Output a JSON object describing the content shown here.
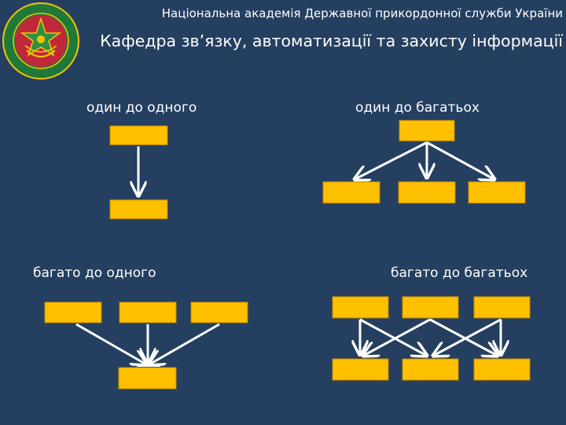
{
  "header": {
    "academy": "Національна академія Державної прикордонної служби України",
    "department": "Кафедра зв’язку, автоматизації та захисту інформації"
  },
  "diagram": {
    "one_to_one": "один до одного",
    "one_to_many": "один до багатьох",
    "many_to_one": "багато до одного",
    "many_to_many": "багато до багатьох"
  },
  "colors": {
    "background": "#243f60",
    "box_fill": "#ffc000",
    "box_stroke": "#c08a00",
    "arrow": "#ffffff",
    "logo_green": "#1f7a3a",
    "logo_red": "#c0283a",
    "logo_gold": "#f5c400"
  }
}
